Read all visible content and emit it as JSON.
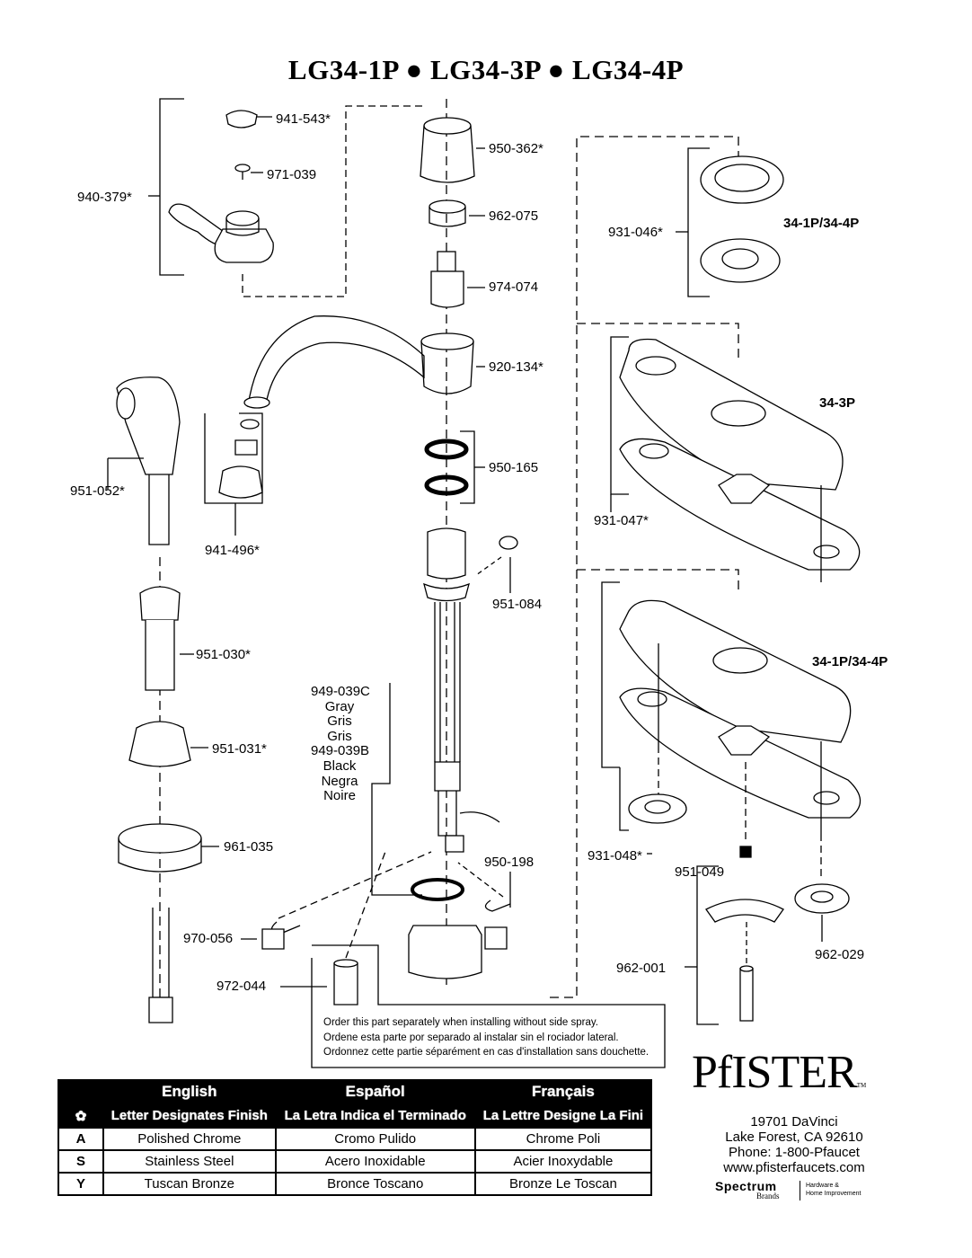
{
  "title": "LG34-1P ● LG34-3P ● LG34-4P",
  "parts": {
    "p941_543": "941-543*",
    "p971_039": "971-039",
    "p940_379": "940-379*",
    "p950_362": "950-362*",
    "p962_075": "962-075",
    "p974_074": "974-074",
    "p920_134": "920-134*",
    "p950_165": "950-165",
    "p951_084": "951-084",
    "p951_052": "951-052*",
    "p941_496": "941-496*",
    "p951_030": "951-030*",
    "p951_031": "951-031*",
    "p961_035": "961-035",
    "p970_056": "970-056",
    "p972_044": "972-044",
    "p950_198": "950-198",
    "p931_046": "931-046*",
    "p931_047": "931-047*",
    "p931_048": "931-048*",
    "p951_049": "951-049",
    "p962_001": "962-001",
    "p962_029": "962-029"
  },
  "variants": {
    "v1": "34-1P/34-4P",
    "v2": "34-3P",
    "v3": "34-1P/34-4P"
  },
  "hose_colors": [
    "949-039C",
    "Gray",
    "Gris",
    "Gris",
    "949-039B",
    "Black",
    "Negra",
    "Noire"
  ],
  "note": [
    "Order this part separately when installing without side spray.",
    "Ordene esta parte por separado al instalar sin el rociador lateral.",
    "Ordonnez cette partie séparément en cas d'installation sans douchette."
  ],
  "finish_table": {
    "languages": [
      "English",
      "Español",
      "Français"
    ],
    "header_symbol": "✿",
    "header_row": [
      "Letter Designates Finish",
      "La Letra Indica el Terminado",
      "La Lettre Designe La Fini"
    ],
    "rows": [
      {
        "letter": "A",
        "en": "Polished Chrome",
        "es": "Cromo Pulido",
        "fr": "Chrome Poli"
      },
      {
        "letter": "S",
        "en": "Stainless Steel",
        "es": "Acero Inoxidable",
        "fr": "Acier Inoxydable"
      },
      {
        "letter": "Y",
        "en": "Tuscan Bronze",
        "es": "Bronce Toscano",
        "fr": "Bronze Le Toscan"
      }
    ]
  },
  "brand": {
    "name": "PfISTER",
    "tm": "TM",
    "address": [
      "19701 DaVinci",
      "Lake Forest, CA 92610",
      "Phone: 1-800-Pfaucet",
      "www.pfisterfaucets.com"
    ],
    "parent": "Spectrum",
    "parent_sub": "Brands",
    "parent_tag": [
      "Hardware &",
      "Home Improvement"
    ]
  }
}
